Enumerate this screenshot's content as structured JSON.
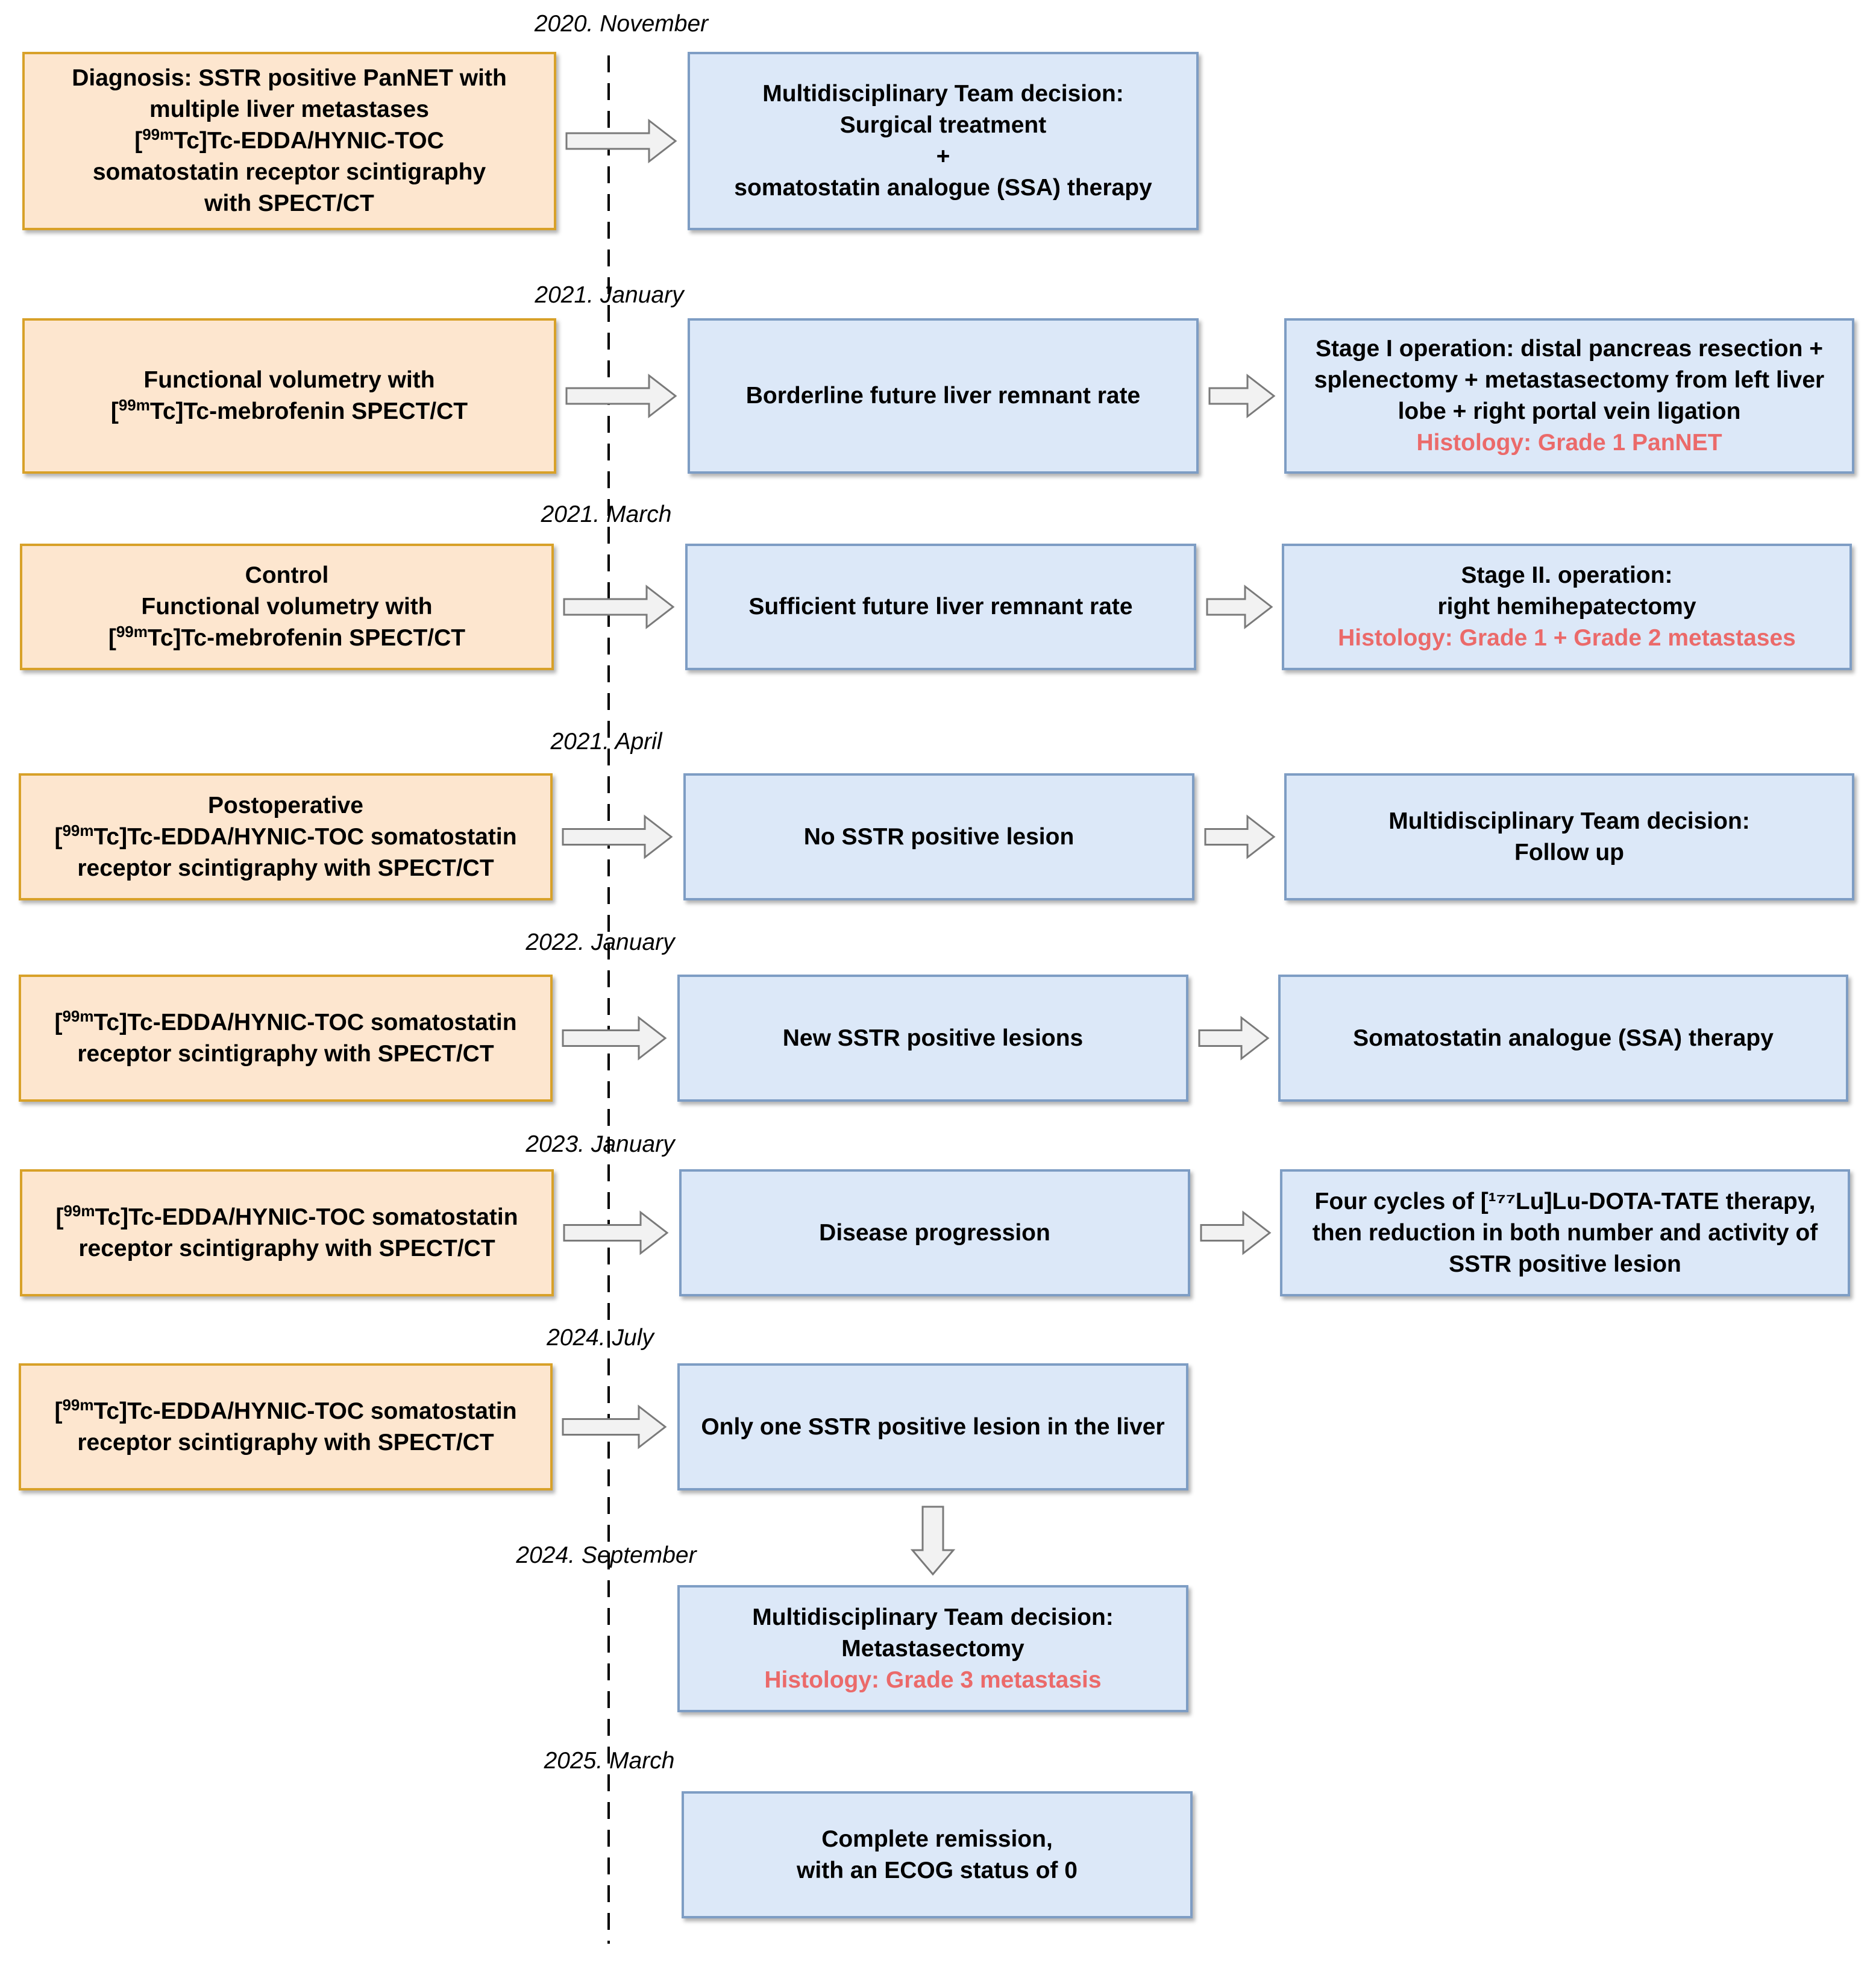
{
  "colors": {
    "orange_fill": "#fde6cf",
    "orange_border": "#d8a129",
    "blue_fill": "#dce8f8",
    "blue_border": "#7e9dc4",
    "histology_red": "#eb6a6a",
    "arrow_fill": "#f2f2f2",
    "arrow_stroke": "#7a7a7a"
  },
  "timeline": [
    {
      "date": "2020. November",
      "exam": {
        "lines": [
          {
            "text": "Diagnosis: SSTR positive PanNET with"
          },
          {
            "text": "multiple liver metastases"
          },
          {
            "pre": "[",
            "sup": "99m",
            "text": "Tc]Tc-EDDA/HYNIC-TOC"
          },
          {
            "text": "somatostatin receptor scintigraphy"
          },
          {
            "text": "with SPECT/CT"
          }
        ]
      },
      "result": {
        "lines": [
          {
            "text": "Multidisciplinary Team decision:"
          },
          {
            "text": "Surgical treatment"
          },
          {
            "text": "+"
          },
          {
            "text": "somatostatin analogue (SSA) therapy"
          }
        ]
      }
    },
    {
      "date": "2021. January",
      "exam": {
        "lines": [
          {
            "text": "Functional volumetry with"
          },
          {
            "pre": "[",
            "sup": "99m",
            "text": "Tc]Tc-mebrofenin SPECT/CT"
          }
        ]
      },
      "result": {
        "lines": [
          {
            "text": "Borderline future liver remnant rate"
          }
        ]
      },
      "action": {
        "lines": [
          {
            "text": "Stage I operation: distal pancreas resection +"
          },
          {
            "text": "splenectomy + metastasectomy from left liver"
          },
          {
            "text": "lobe + right portal vein ligation"
          },
          {
            "text": "Histology: Grade 1 PanNET",
            "histology": true
          }
        ]
      }
    },
    {
      "date": "2021. March",
      "exam": {
        "lines": [
          {
            "text": "Control"
          },
          {
            "text": "Functional volumetry with"
          },
          {
            "pre": "[",
            "sup": "99m",
            "text": "Tc]Tc-mebrofenin SPECT/CT"
          }
        ]
      },
      "result": {
        "lines": [
          {
            "text": "Sufficient future liver remnant rate"
          }
        ]
      },
      "action": {
        "lines": [
          {
            "text": "Stage II. operation:"
          },
          {
            "text": "right hemihepatectomy"
          },
          {
            "text": "Histology: Grade 1 + Grade 2 metastases",
            "histology": true
          }
        ]
      }
    },
    {
      "date": "2021. April",
      "exam": {
        "lines": [
          {
            "text": "Postoperative"
          },
          {
            "pre": "[",
            "sup": "99m",
            "text": "Tc]Tc-EDDA/HYNIC-TOC somatostatin"
          },
          {
            "text": "receptor scintigraphy with SPECT/CT"
          }
        ]
      },
      "result": {
        "lines": [
          {
            "text": "No SSTR positive lesion"
          }
        ]
      },
      "action": {
        "lines": [
          {
            "text": "Multidisciplinary Team decision:"
          },
          {
            "text": "Follow up"
          }
        ]
      }
    },
    {
      "date": "2022. January",
      "exam": {
        "lines": [
          {
            "pre": "[",
            "sup": "99m",
            "text": "Tc]Tc-EDDA/HYNIC-TOC somatostatin"
          },
          {
            "text": "receptor scintigraphy with SPECT/CT"
          }
        ]
      },
      "result": {
        "lines": [
          {
            "text": "New SSTR positive lesions"
          }
        ]
      },
      "action": {
        "lines": [
          {
            "text": "Somatostatin analogue (SSA) therapy"
          }
        ]
      }
    },
    {
      "date": "2023. January",
      "exam": {
        "lines": [
          {
            "pre": "[",
            "sup": "99m",
            "text": "Tc]Tc-EDDA/HYNIC-TOC somatostatin"
          },
          {
            "text": "receptor scintigraphy with SPECT/CT"
          }
        ]
      },
      "result": {
        "lines": [
          {
            "text": "Disease progression"
          }
        ]
      },
      "action": {
        "lines": [
          {
            "text": "Four cycles of [¹⁷⁷Lu]Lu-DOTA-TATE therapy,"
          },
          {
            "text": "then reduction in both number and activity of"
          },
          {
            "text": "SSTR positive lesion"
          }
        ]
      }
    },
    {
      "date": "2024. July",
      "exam": {
        "lines": [
          {
            "pre": "[",
            "sup": "99m",
            "text": "Tc]Tc-EDDA/HYNIC-TOC somatostatin"
          },
          {
            "text": "receptor scintigraphy with SPECT/CT"
          }
        ]
      },
      "result": {
        "lines": [
          {
            "text": "Only one SSTR positive lesion in the liver"
          }
        ]
      }
    },
    {
      "date": "2024. September",
      "result": {
        "lines": [
          {
            "text": "Multidisciplinary Team decision:"
          },
          {
            "text": "Metastasectomy"
          },
          {
            "text": "Histology: Grade 3 metastasis",
            "histology": true
          }
        ]
      }
    },
    {
      "date": "2025. March",
      "result": {
        "lines": [
          {
            "text": "Complete remission,"
          },
          {
            "text": "with an ECOG status of 0"
          }
        ]
      }
    }
  ]
}
